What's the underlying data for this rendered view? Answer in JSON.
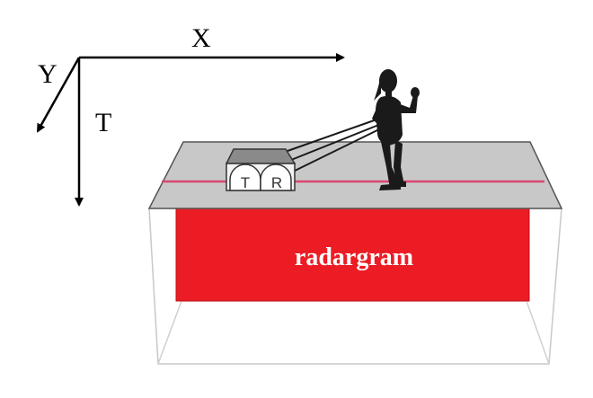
{
  "axes": {
    "x_label": "X",
    "y_label": "Y",
    "t_label": "T"
  },
  "antenna": {
    "transmitter_label": "T",
    "receiver_label": "R"
  },
  "section": {
    "label": "radargram"
  },
  "colors": {
    "radargram_fill": "#ec1c24",
    "ground_surface": "#c8c8c8",
    "survey_line": "#d9466f",
    "figure": "#1a1a1a",
    "axis": "#000000"
  }
}
